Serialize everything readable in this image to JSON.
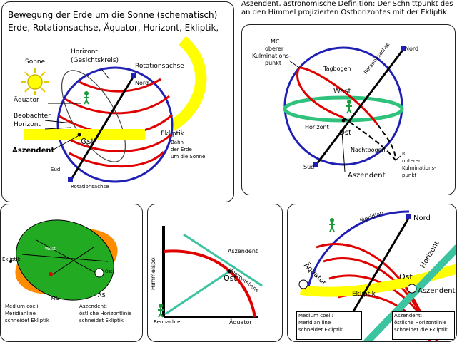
{
  "header": {
    "line1": "Aszendent, astronomische Definition: Der Schnittpunkt des",
    "line2": "an den Himmel projizierten Osthorizontes mit der Ekliptik."
  },
  "panel1": {
    "title1": "Bewegung der Erde um die Sonne (schematisch)",
    "title2": "Erde, Rotationsachse, Äquator, Horizont, Ekliptik,",
    "sun": "Sonne",
    "horizon1": "Horizont",
    "horizon2": "(Gesichtskreis)",
    "axis": "Rotationsachse",
    "north": "Nord",
    "equator": "Äquator",
    "observer": "Beobachter",
    "horizon": "Horizont",
    "east": "Ost",
    "ascendant": "Aszendent",
    "ecliptic": "Ekliptik",
    "ecliptic_desc": [
      "Bahn",
      "der Erde",
      "um die Sonne"
    ],
    "south": "Süd",
    "axis_bottom": "Rotationsachse"
  },
  "panel2": {
    "north": "Nord",
    "axis": "Rotationsachse",
    "mc": [
      "MC",
      "oberer",
      "Kulminations-",
      "punkt"
    ],
    "daybow": "Tagbogen",
    "west": "West",
    "horizon": "Horizont",
    "east": "Ost",
    "nightbow": "Nachtbogen",
    "south": "Süd",
    "ic": [
      "IC",
      "unterer",
      "Kulminations-",
      "punkt"
    ],
    "ascendant": "Aszendent"
  },
  "panel3": {
    "ecliptic": "Ekliptik",
    "medium_coeli": [
      "Medium coeli:",
      "Meridianline",
      "schneidet Ekliptik"
    ],
    "mc": "MC",
    "as": "AS",
    "ascendant": [
      "Aszendent:",
      "östliche Horizontlinie",
      "schneidet Ekliptik"
    ],
    "west": "West",
    "east": "Ost"
  },
  "panel4": {
    "pole": "Himmelspol",
    "ascendant": "Aszendent",
    "horizon_plane": "Horizontebene",
    "east": "Ost",
    "observer": "Beobachter",
    "equator": "Äquator"
  },
  "panel5": {
    "meridian": "Meridian",
    "north": "Nord",
    "horizon": "Horizont",
    "equator": "Äquator",
    "east": "Ost",
    "ascendant": "Aszendent",
    "ecliptic": "Ekliptik",
    "medium_coeli": [
      "Medium coeli:",
      "Meridian line",
      "schneidet Ekliptik"
    ],
    "ascendant_box": [
      "Aszendent:",
      "östliche Horizontlinie",
      "schneidet die Ekliptik"
    ]
  },
  "colors": {
    "ecliptic_yellow": "#ffff00",
    "globe_blue": "#1f1fb4",
    "circle_red": "#e00000",
    "horizon_green": "#2fc27c",
    "observer_green": "#1a9a3a",
    "disk_green": "#22aa22",
    "disk_orange": "#ff8c00",
    "line_teal": "#3cc3a0"
  }
}
